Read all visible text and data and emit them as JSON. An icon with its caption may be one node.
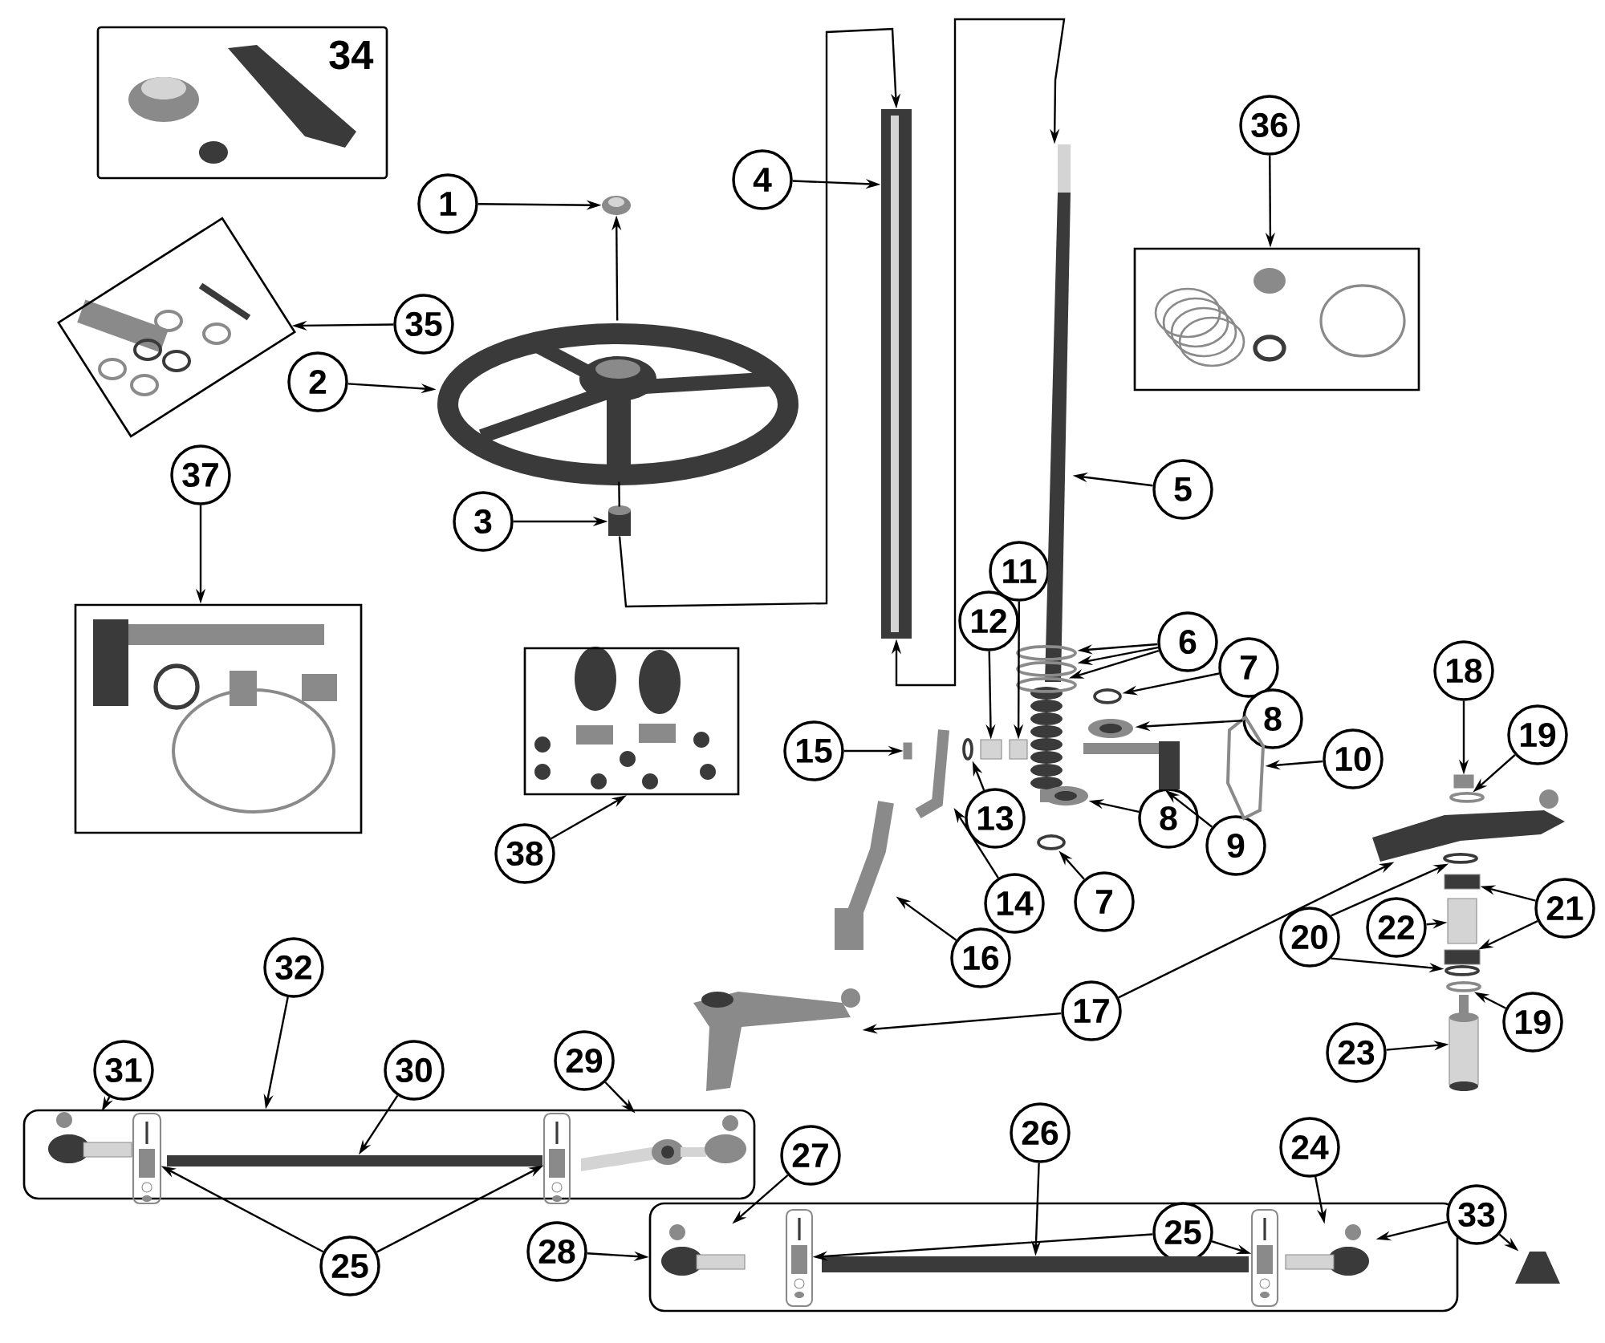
{
  "diagram": {
    "nodes": [
      {
        "text": [
          "34"
        ]
      },
      {
        "text": [
          "1"
        ]
      },
      {
        "text": [
          "35"
        ]
      },
      {
        "text": [],
        "shape": "box"
      },
      {
        "text": [
          "2"
        ]
      },
      {
        "text": [
          "4"
        ]
      },
      {
        "text": [
          "36"
        ]
      },
      {
        "text": [],
        "shape": "box"
      },
      {
        "text": [
          "5"
        ]
      },
      {
        "text": [
          "37"
        ]
      },
      {
        "text": [],
        "shape": "box"
      },
      {
        "text": [
          "3"
        ]
      },
      {
        "text": [
          "11"
        ]
      },
      {
        "text": [
          "12"
        ]
      },
      {
        "text": [
          "6"
        ]
      },
      {
        "text": [
          "7"
        ]
      },
      {
        "text": [],
        "shape": "box"
      },
      {
        "text": [
          "18"
        ]
      },
      {
        "text": [
          "8"
        ]
      },
      {
        "text": [
          "19"
        ]
      },
      {
        "text": [
          "15"
        ]
      },
      {
        "text": [
          "10"
        ]
      },
      {
        "text": [
          "13"
        ]
      },
      {
        "text": [
          "8"
        ]
      },
      {
        "text": [
          "9"
        ]
      },
      {
        "text": [
          "38"
        ]
      },
      {
        "text": [
          "14"
        ]
      },
      {
        "text": [
          "7"
        ]
      },
      {
        "text": [
          "21"
        ]
      },
      {
        "text": [
          "20"
        ]
      },
      {
        "text": [
          "22"
        ]
      },
      {
        "text": [
          "16"
        ]
      },
      {
        "text": [
          "32"
        ]
      },
      {
        "text": [
          "17"
        ]
      },
      {
        "text": [
          "19"
        ]
      },
      {
        "text": [
          "23"
        ]
      },
      {
        "text": [
          "29"
        ]
      },
      {
        "text": [
          "30"
        ]
      },
      {
        "text": [
          "31"
        ]
      },
      {
        "text": [],
        "shape": "box"
      },
      {
        "text": [
          "26"
        ]
      },
      {
        "text": [
          "24"
        ]
      },
      {
        "text": [
          "27"
        ]
      },
      {
        "text": [],
        "shape": "box"
      },
      {
        "text": [
          "33"
        ]
      },
      {
        "text": [
          "25"
        ],
        "in": 43
      },
      {
        "text": [
          "28"
        ]
      },
      {
        "text": [
          "25"
        ]
      },
      {
        "text": [],
        "shape": "picture"
      },
      {
        "text": [],
        "shape": "picture"
      },
      {
        "text": [],
        "shape": "box"
      },
      {
        "text": [],
        "shape": "picture"
      },
      {
        "text": [],
        "shape": "picture"
      },
      {
        "text": [],
        "shape": "ring"
      },
      {
        "text": [],
        "shape": "ring"
      },
      {
        "text": [],
        "shape": "ring"
      },
      {
        "text": [],
        "shape": "ring"
      },
      {
        "text": [],
        "shape": "picture"
      },
      {
        "text": [],
        "shape": "picture"
      },
      {
        "text": [],
        "shape": "picture"
      },
      {
        "text": [],
        "shape": "box"
      },
      {
        "text": [],
        "shape": "box"
      },
      {
        "text": [],
        "shape": "ring"
      },
      {
        "text": [],
        "shape": "box"
      },
      {
        "text": [],
        "shape": "picture"
      },
      {
        "text": [],
        "shape": "picture"
      },
      {
        "text": [],
        "shape": "ring"
      },
      {
        "text": [],
        "shape": "picture"
      },
      {
        "text": [],
        "shape": "picture"
      },
      {
        "text": [],
        "shape": "box"
      },
      {
        "text": [],
        "shape": "ring"
      },
      {
        "text": [],
        "shape": "ring"
      },
      {
        "text": [],
        "shape": "box"
      },
      {
        "text": [],
        "shape": "box"
      },
      {
        "text": [],
        "shape": "box"
      },
      {
        "text": [],
        "shape": "ring"
      },
      {
        "text": [],
        "shape": "ring"
      },
      {
        "text": [],
        "shape": "cylinder"
      },
      {
        "text": [],
        "shape": "picture"
      },
      {
        "text": [],
        "shape": "picture",
        "in": 39
      },
      {
        "text": [],
        "shape": "picture",
        "in": 39
      },
      {
        "text": [],
        "shape": "bar",
        "in": 39
      },
      {
        "text": [],
        "shape": "picture",
        "in": 39
      },
      {
        "text": [],
        "shape": "picture",
        "in": 39
      },
      {
        "text": [],
        "shape": "picture",
        "in": 43
      },
      {
        "text": [],
        "shape": "picture",
        "in": 43
      },
      {
        "text": [],
        "shape": "bar",
        "in": 43
      },
      {
        "text": [],
        "shape": "picture",
        "in": 43
      },
      {
        "text": [],
        "shape": "picture",
        "in": 43
      },
      {
        "text": [],
        "shape": "picture"
      }
    ],
    "edges": [
      {
        "from": 1,
        "to": 48,
        "arrow": "to"
      },
      {
        "from": 2,
        "to": 3,
        "arrow": "to"
      },
      {
        "from": 4,
        "to": 49,
        "arrow": "to"
      },
      {
        "from": 5,
        "to": 51,
        "arrow": "to"
      },
      {
        "from": 6,
        "to": 7,
        "arrow": "to"
      },
      {
        "from": 8,
        "to": 52,
        "arrow": "to"
      },
      {
        "from": 9,
        "to": 10,
        "arrow": "to"
      },
      {
        "from": 11,
        "to": 50,
        "arrow": "to"
      },
      {
        "from": 12,
        "to": 60,
        "arrow": "to"
      },
      {
        "from": 13,
        "to": 61,
        "arrow": "to"
      },
      {
        "from": 14,
        "to": 53,
        "arrow": "to"
      },
      {
        "from": 14,
        "to": 54,
        "arrow": "to"
      },
      {
        "from": 14,
        "to": 55,
        "arrow": "to"
      },
      {
        "from": 15,
        "to": 56,
        "arrow": "to"
      },
      {
        "from": 17,
        "to": 69,
        "arrow": "to"
      },
      {
        "from": 18,
        "to": 57,
        "arrow": "to"
      },
      {
        "from": 19,
        "to": 70,
        "arrow": "to"
      },
      {
        "from": 20,
        "to": 63,
        "arrow": "to"
      },
      {
        "from": 21,
        "to": 59,
        "arrow": "to"
      },
      {
        "from": 22,
        "to": 62,
        "arrow": "to"
      },
      {
        "from": 23,
        "to": 65,
        "arrow": "to"
      },
      {
        "from": 24,
        "to": 58,
        "arrow": "to"
      },
      {
        "from": 25,
        "to": 16,
        "arrow": "to"
      },
      {
        "from": 26,
        "to": 64,
        "arrow": "to"
      },
      {
        "from": 27,
        "to": 66,
        "arrow": "to"
      },
      {
        "from": 28,
        "to": 72,
        "arrow": "to"
      },
      {
        "from": 28,
        "to": 74,
        "arrow": "to"
      },
      {
        "from": 29,
        "to": 71,
        "arrow": "to"
      },
      {
        "from": 29,
        "to": 75,
        "arrow": "to"
      },
      {
        "from": 30,
        "to": 73,
        "arrow": "to"
      },
      {
        "from": 31,
        "to": 67,
        "arrow": "to"
      },
      {
        "from": 32,
        "to": 39,
        "arrow": "to"
      },
      {
        "from": 33,
        "to": 78,
        "arrow": "to"
      },
      {
        "from": 33,
        "to": 68,
        "arrow": "to"
      },
      {
        "from": 34,
        "to": 76,
        "arrow": "to"
      },
      {
        "from": 35,
        "to": 77,
        "arrow": "to"
      },
      {
        "from": 36,
        "to": 83,
        "arrow": "to"
      },
      {
        "from": 37,
        "to": 81,
        "arrow": "to"
      },
      {
        "from": 38,
        "to": 79,
        "arrow": "to"
      },
      {
        "from": 40,
        "to": 86,
        "arrow": "to"
      },
      {
        "from": 41,
        "to": 88,
        "arrow": "to"
      },
      {
        "from": 42,
        "to": 84,
        "arrow": "to"
      },
      {
        "from": 44,
        "to": 88,
        "arrow": "to"
      },
      {
        "from": 44,
        "to": 89,
        "arrow": "to"
      },
      {
        "from": 45,
        "to": 85,
        "arrow": "to"
      },
      {
        "from": 45,
        "to": 87,
        "arrow": "to"
      },
      {
        "from": 46,
        "to": 43,
        "arrow": "to"
      },
      {
        "from": 47,
        "to": 80,
        "arrow": "to"
      },
      {
        "from": 47,
        "to": 82,
        "arrow": "to"
      },
      {
        "from": 49,
        "to": 48,
        "arrow": "to"
      },
      {
        "from": 49,
        "to": 50,
        "arrow": "none"
      },
      {
        "from": 50,
        "to": 51,
        "arrow": "to"
      },
      {
        "from": 51,
        "to": 52,
        "arrow": "both"
      }
    ]
  }
}
